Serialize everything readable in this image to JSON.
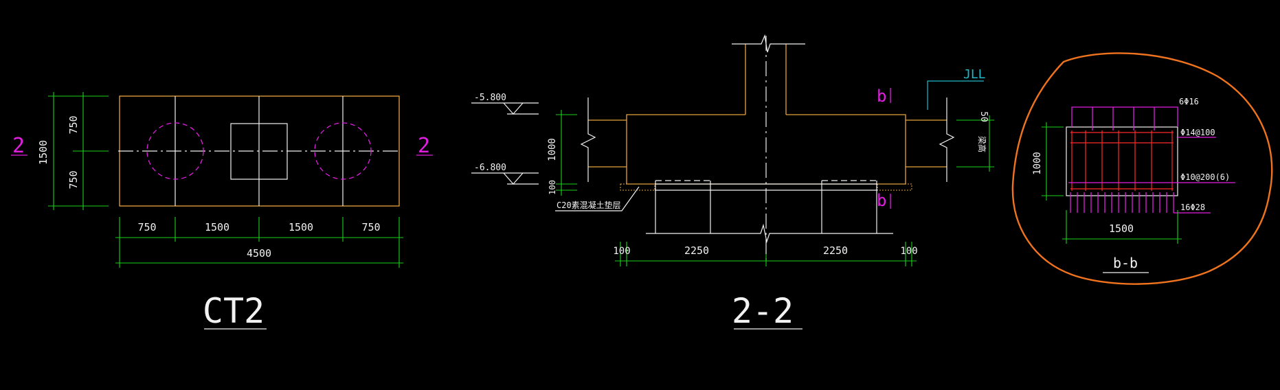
{
  "colors": {
    "background": "#000000",
    "outline": "#e6a43c",
    "dimension": "#19d419",
    "text": "#f2f2f2",
    "section_marker": "#e21ee2",
    "rebar": "#ff2a2a",
    "leader": "#20b8c8",
    "annotation_circle": "#f0731e"
  },
  "plan": {
    "title": "CT2",
    "section_mark": "2",
    "dims_vertical": {
      "top": "750",
      "bottom": "750",
      "total": "1500"
    },
    "dims_horizontal": [
      "750",
      "1500",
      "1500",
      "750"
    ],
    "dim_total": "4500"
  },
  "section22": {
    "title": "2-2",
    "elev_top": "-5.800",
    "elev_bottom": "-6.800",
    "dim_height": "1000",
    "dim_cover": "100",
    "cushion_label": "C20素混凝土垫层",
    "beam_label": "JLL",
    "beam_depth": "50",
    "beam_side_text": "梁高",
    "cut_mark": "b",
    "dims_bottom": [
      "100",
      "2250",
      "2250",
      "100"
    ]
  },
  "sectionBB": {
    "title": "b-b",
    "top_bar": "6Φ16",
    "stirrup": "Φ14@100",
    "side_bar": "Φ10@200(6)",
    "bottom_bar": "16Φ28",
    "dim_height": "1000",
    "dim_width": "1500"
  }
}
